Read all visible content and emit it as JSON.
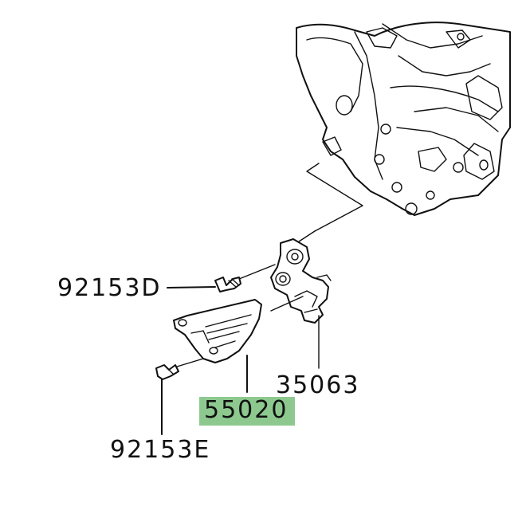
{
  "parts": {
    "bolt_d": "92153D",
    "bracket": "35063",
    "guard": "55020",
    "bolt_e": "92153E"
  },
  "colors": {
    "highlight": "#8dc98f",
    "line": "#111111"
  }
}
